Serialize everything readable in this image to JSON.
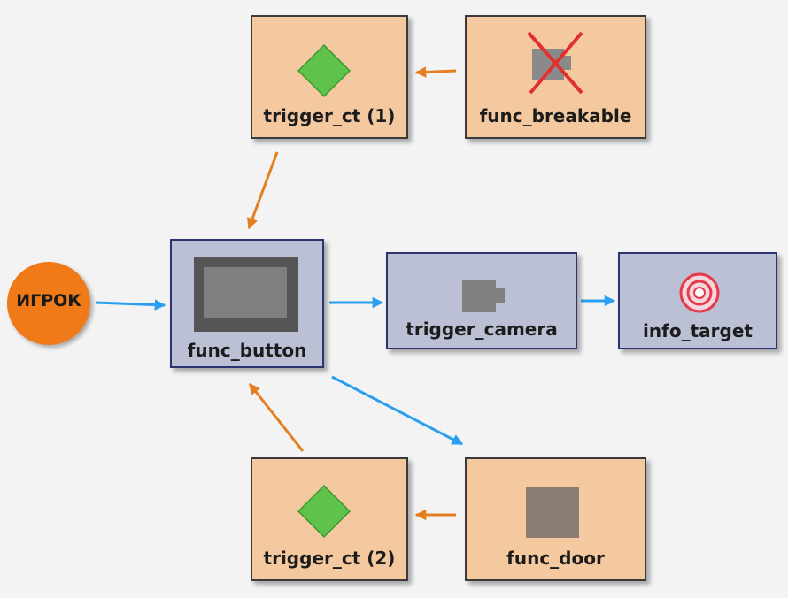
{
  "colors": {
    "orange_node": "#f5c9a0",
    "blue_node": "#bcc0d4",
    "orange_arrow": "#e57e1e",
    "blue_arrow": "#2a9ef0",
    "player": "#f07a18"
  },
  "player": {
    "label": "ИГРОК"
  },
  "nodes": {
    "trigger_ct_1": {
      "label": "trigger_ct (1)",
      "icon": "green-diamond-icon"
    },
    "func_breakable": {
      "label": "func_breakable",
      "icon": "crossed-out-box-icon"
    },
    "func_button": {
      "label": "func_button",
      "icon": "button-panel-icon"
    },
    "trigger_camera": {
      "label": "trigger_camera",
      "icon": "camera-block-icon"
    },
    "info_target": {
      "label": "info_target",
      "icon": "target-icon"
    },
    "trigger_ct_2": {
      "label": "trigger_ct (2)",
      "icon": "green-diamond-icon"
    },
    "func_door": {
      "label": "func_door",
      "icon": "door-block-icon"
    }
  },
  "edges": [
    {
      "from": "func_breakable",
      "to": "trigger_ct_1",
      "color": "orange"
    },
    {
      "from": "trigger_ct_1",
      "to": "func_button",
      "color": "orange"
    },
    {
      "from": "player",
      "to": "func_button",
      "color": "blue"
    },
    {
      "from": "func_button",
      "to": "trigger_camera",
      "color": "blue"
    },
    {
      "from": "trigger_camera",
      "to": "info_target",
      "color": "blue"
    },
    {
      "from": "func_button",
      "to": "func_door",
      "color": "blue"
    },
    {
      "from": "trigger_ct_2",
      "to": "func_button",
      "color": "orange"
    },
    {
      "from": "func_door",
      "to": "trigger_ct_2",
      "color": "orange"
    }
  ]
}
